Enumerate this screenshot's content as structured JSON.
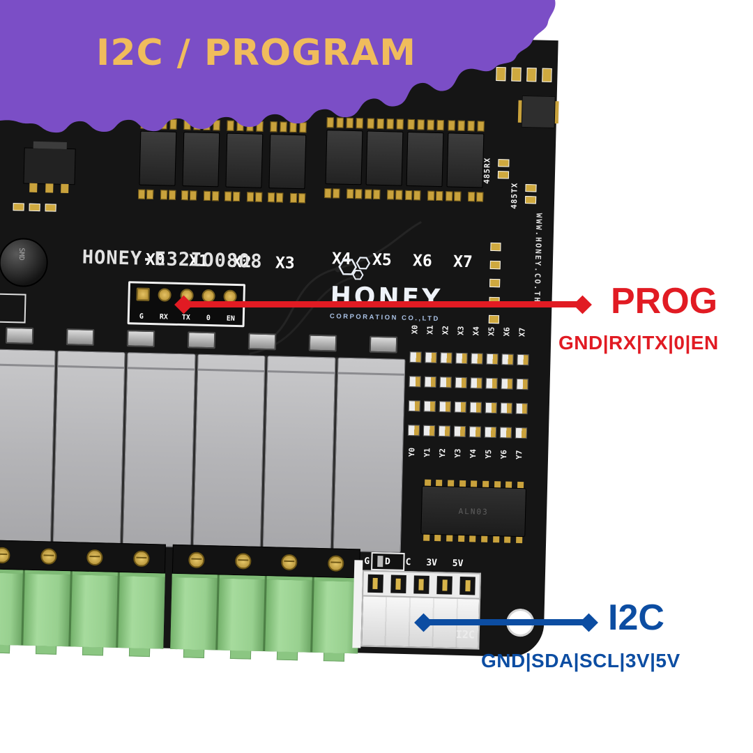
{
  "title": "I2C / PROGRAM",
  "colors": {
    "purple": "#7b4ec6",
    "title_gold": "#f0bc5c",
    "red": "#e11b23",
    "blue": "#0c4da2"
  },
  "board": {
    "silkscreen_name": "HONEY-E32IO0808",
    "logo": {
      "name": "HONEY",
      "subtitle": "CORPORATION CO.,LTD"
    },
    "website": "WWW.HONEY.CO.TH",
    "label_485rx": "485RX",
    "label_485tx": "485TX",
    "input_labels": [
      "X0",
      "X1",
      "X2",
      "X3",
      "X4",
      "X5",
      "X6",
      "X7"
    ],
    "led_x_labels": [
      "X0",
      "X1",
      "X2",
      "X3",
      "X4",
      "X5",
      "X6",
      "X7"
    ],
    "led_y_labels": [
      "Y0",
      "Y1",
      "Y2",
      "Y3",
      "Y4",
      "Y5",
      "Y6",
      "Y7"
    ],
    "prog_pins": [
      "G",
      "RX",
      "TX",
      "0",
      "EN"
    ],
    "i2c_pins_silk": "G D C 3V 5V",
    "i2c_silk_label": "I2C",
    "capacitor_label": "SMD",
    "driver_chip_label": "ALN03"
  },
  "callouts": {
    "prog": {
      "label": "PROG",
      "pins": "GND|RX|TX|0|EN"
    },
    "i2c": {
      "label": "I2C",
      "pins": "GND|SDA|SCL|3V|5V"
    }
  }
}
